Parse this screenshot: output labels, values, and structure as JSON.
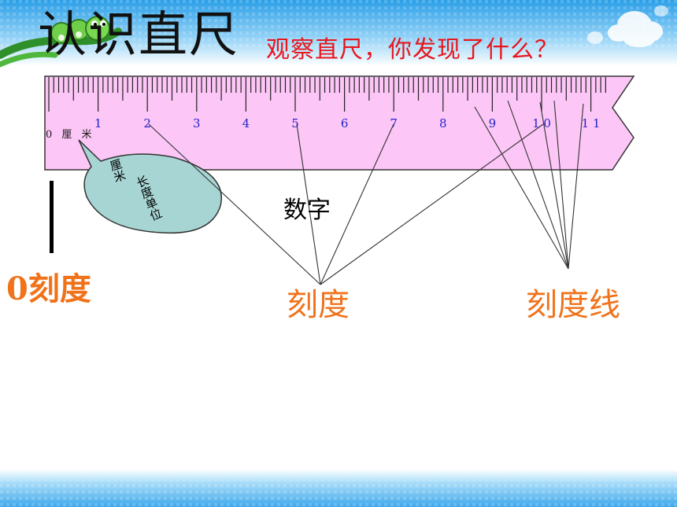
{
  "slide": {
    "title": "认识直尺",
    "question": "观察直尺，你发现了什么？",
    "labels": {
      "zero_mark": "0刻度",
      "mark": "刻度",
      "mark_line": "刻度线",
      "digits": "数字"
    },
    "ruler": {
      "zero_unit": "0 厘 米",
      "numbers": [
        "1",
        "2",
        "3",
        "4",
        "5",
        "6",
        "7",
        "8",
        "9",
        "1 0",
        "1 1"
      ]
    },
    "bubble": {
      "unit": "厘米",
      "caption": "长度单位"
    },
    "colors": {
      "ruler_fill": "#fcc6f6",
      "title_text": "#111111",
      "question_text": "#e8161d",
      "label_text": "#f0731c",
      "ruler_numbers": "#2323c8",
      "bubble_fill": "#a6d5d3",
      "header_sky": "#58b6f0",
      "footer_bar": "#4fb4ef"
    }
  }
}
